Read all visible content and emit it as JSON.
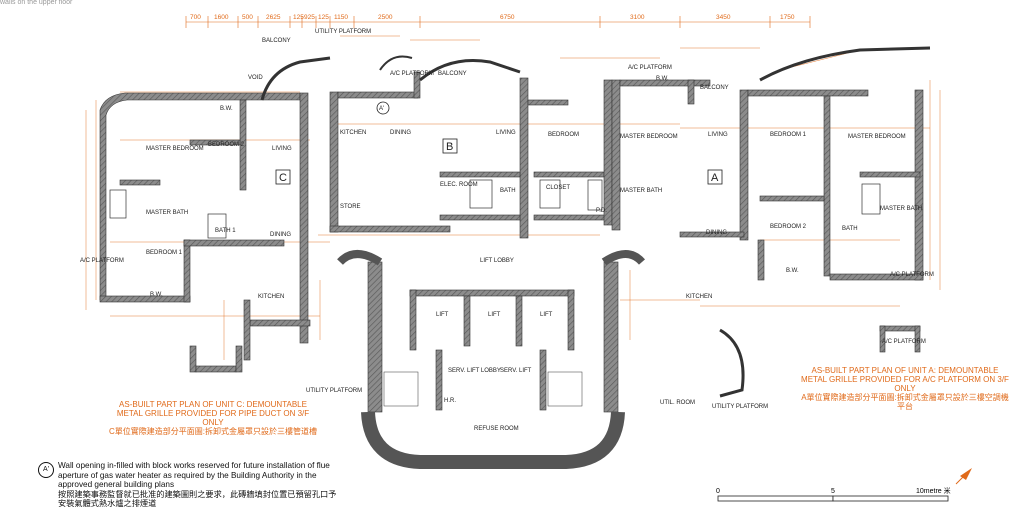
{
  "top_strip": "walls on the upper floor",
  "units": {
    "a": "A",
    "b": "B",
    "c": "C"
  },
  "top_dims": [
    "700",
    "1600",
    "500",
    "2625",
    "125",
    "925",
    "125",
    "1150",
    "2500",
    "6750",
    "3100",
    "3450",
    "1750"
  ],
  "rooms": {
    "balcony": "BALCONY",
    "utility_platform": "UTILITY PLATFORM",
    "ac_platform": "A/C PLATFORM",
    "void": "VOID",
    "bw": "B.W.",
    "master_bedroom": "MASTER BEDROOM",
    "bedroom1": "BEDROOM 1",
    "bedroom2": "BEDROOM 2",
    "living": "LIVING",
    "dining": "DINING",
    "kitchen": "KITCHEN",
    "bedroom": "BEDROOM",
    "store": "STORE",
    "elec_room": "ELEC. ROOM",
    "bath": "BATH",
    "bath1": "BATH 1",
    "closet": "CLOSET",
    "master_bath": "MASTER BATH",
    "pd": "P.D.",
    "lift_lobby": "LIFT LOBBY",
    "lift": "LIFT",
    "serv_lift_lobby": "SERV. LIFT LOBBY",
    "serv_lift": "SERV. LIFT",
    "hr": "H.R.",
    "refuse_room": "REFUSE ROOM",
    "util_room": "UTIL. ROOM"
  },
  "marker": "A'",
  "notes": {
    "unit_c": "AS-BUILT PART PLAN OF UNIT C: DEMOUNTABLE METAL GRILLE PROVIDED FOR PIPE DUCT ON 3/F ONLY",
    "unit_c_zh": "C單位實際建造部分平面圖:拆卸式金屬罩只設於三樓管道槽",
    "unit_a": "AS-BUILT PART PLAN OF UNIT A: DEMOUNTABLE METAL GRILLE PROVIDED FOR A/C PLATFORM ON 3/F ONLY",
    "unit_a_zh": "A單位實際建造部分平面圖:拆卸式金屬罩只設於三樓空調機平台"
  },
  "legend": {
    "marker": "A'",
    "text": "Wall opening in-filled with block works reserved for future installation of flue aperture of gas water heater as required by the Building Authority in the approved general building plans",
    "text_zh": "按照建築事務監督就已批准的建築圖則之要求，此磚牆填封位置已預留孔口予安裝氣體式熱水爐之排煙道"
  },
  "scale": {
    "min": "0",
    "mid": "5",
    "max": "10metre 米"
  },
  "colors": {
    "dim": "#e06a1a",
    "wall": "#555555",
    "line": "#222222"
  }
}
